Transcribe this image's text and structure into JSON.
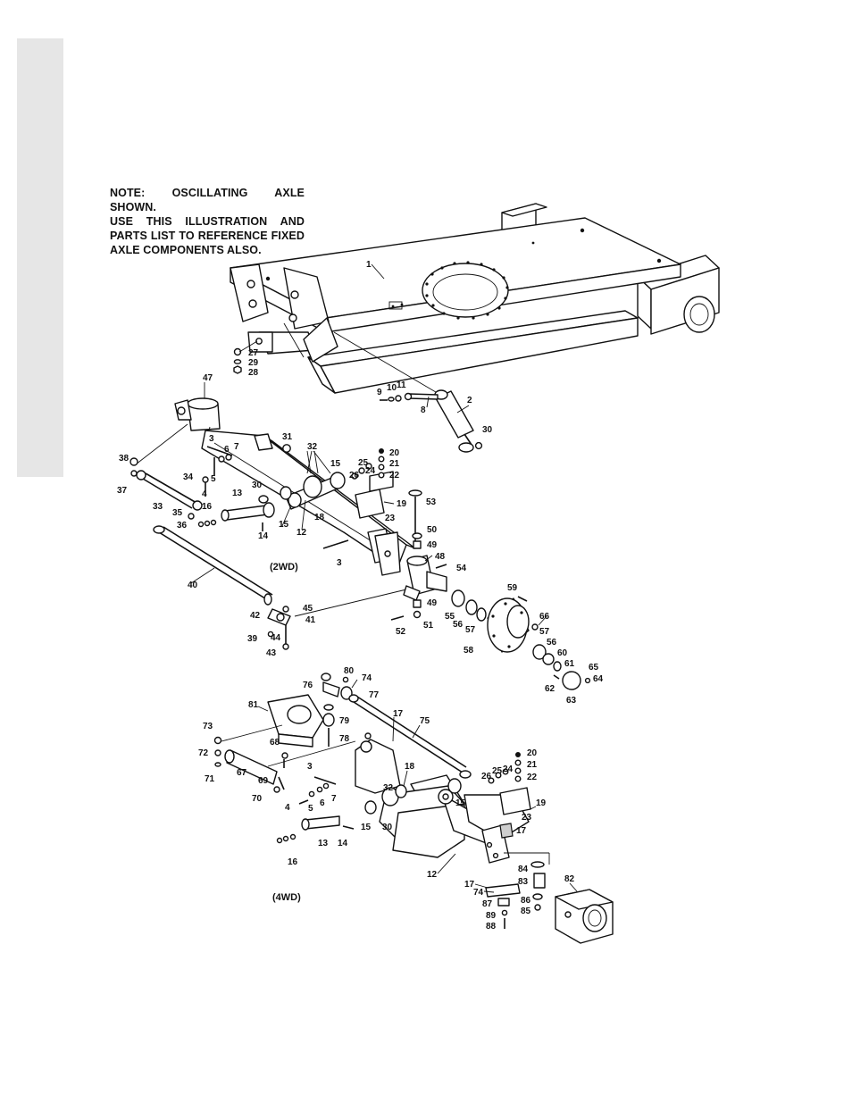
{
  "note": {
    "lines": [
      "NOTE: OSCILLATING AXLE SHOWN.",
      "USE THIS ILLUSTRATION AND",
      "PARTS LIST TO REFERENCE FIXED",
      "AXLE COMPONENTS ALSO."
    ]
  },
  "views": {
    "twd_label": "(2WD)",
    "fwd_label": "(4WD)"
  },
  "callouts": {
    "frame": [
      "1",
      "27",
      "29",
      "28",
      "9",
      "10",
      "11",
      "8",
      "2",
      "30"
    ],
    "twd": [
      "47",
      "38",
      "37",
      "3",
      "6",
      "7",
      "31",
      "32",
      "15",
      "25",
      "26",
      "24",
      "20",
      "21",
      "22",
      "34",
      "5",
      "4",
      "30",
      "33",
      "13",
      "16",
      "35",
      "36",
      "14",
      "15",
      "18",
      "12",
      "19",
      "23",
      "53",
      "50",
      "49",
      "3",
      "48",
      "54",
      "40",
      "42",
      "45",
      "41",
      "39",
      "44",
      "43",
      "49",
      "51",
      "52",
      "55",
      "56",
      "57",
      "59",
      "66",
      "57",
      "58",
      "56",
      "60",
      "61",
      "62",
      "65",
      "64",
      "63"
    ],
    "fwd": [
      "80",
      "74",
      "76",
      "77",
      "81",
      "79",
      "78",
      "17",
      "75",
      "73",
      "68",
      "72",
      "71",
      "67",
      "69",
      "70",
      "3",
      "18",
      "32",
      "4",
      "5",
      "6",
      "7",
      "20",
      "26",
      "25",
      "24",
      "21",
      "22",
      "15",
      "15",
      "19",
      "23",
      "30",
      "17",
      "13",
      "14",
      "16",
      "12",
      "84",
      "83",
      "17",
      "74",
      "86",
      "87",
      "85",
      "89",
      "88",
      "82"
    ]
  }
}
